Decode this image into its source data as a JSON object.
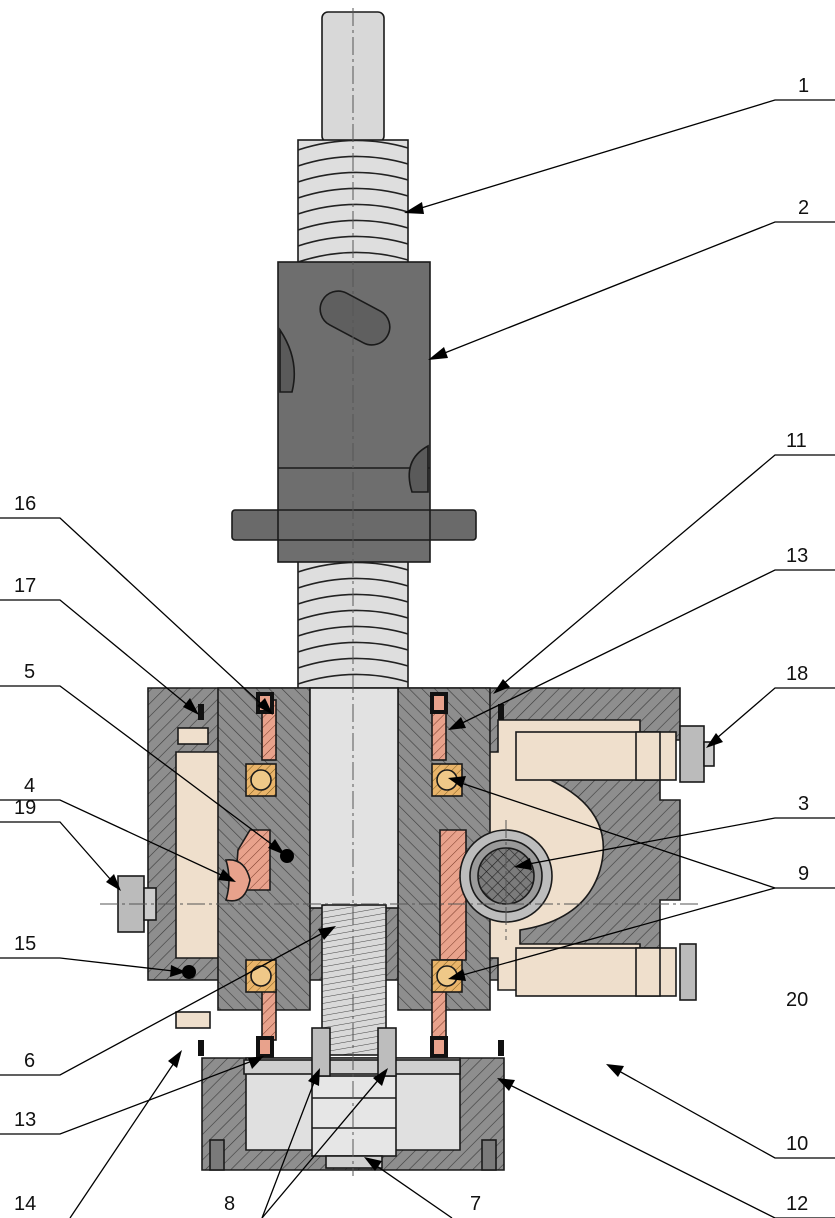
{
  "labels": {
    "l1": "1",
    "l2": "2",
    "l3": "3",
    "l4": "4",
    "l5": "5",
    "l6": "6",
    "l7": "7",
    "l8": "8",
    "l9": "9",
    "l10": "10",
    "l11": "11",
    "l12": "12",
    "l13a": "13",
    "l13b": "13",
    "l14": "14",
    "l15": "15",
    "l16": "16",
    "l17": "17",
    "l18": "18",
    "l19": "19",
    "l20": "20"
  },
  "colors": {
    "housing_gray": "#8e8e8e",
    "nut_dark": "#6e6e6e",
    "shaft_light": "#dcdcdc",
    "cavity_beige": "#efdfcc",
    "bronze": "#e8a28c",
    "bearing": "#e9b46a",
    "seal": "#111111"
  }
}
